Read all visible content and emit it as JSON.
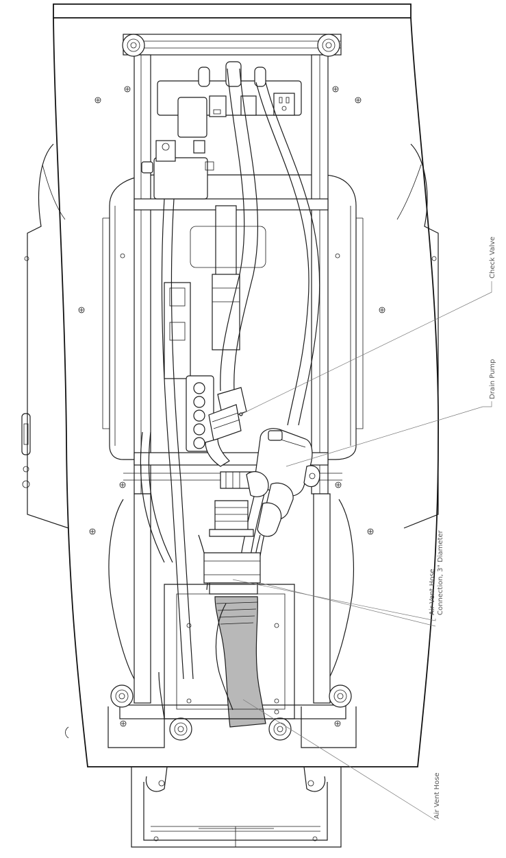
{
  "callouts": {
    "check_valve": "Check Valve",
    "drain_pump": "Drain Pump",
    "air_vent_connection_line1": "Air Vent Hose",
    "air_vent_connection_line2": "Connection, 3\" Diameter",
    "air_vent_hose": "Air Vent Hose"
  },
  "colors": {
    "line": "#1a1a1a",
    "hose_fill": "#b8b8b8",
    "label": "#555555"
  }
}
